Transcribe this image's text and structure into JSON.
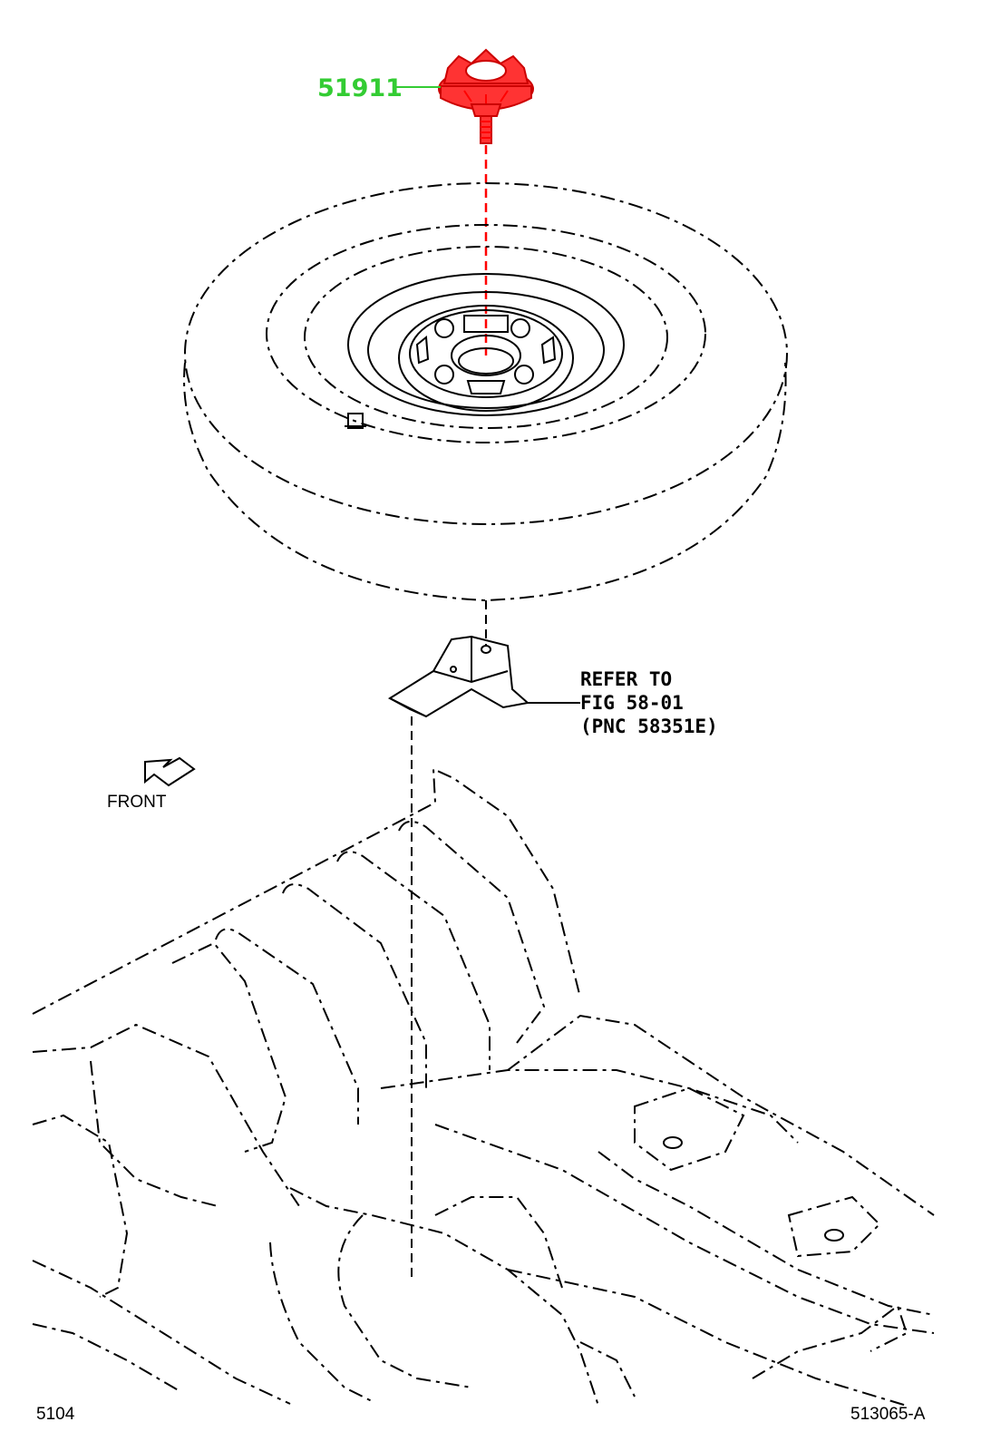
{
  "part": {
    "number": "51911",
    "part_color": "#ff3333",
    "label_color": "#33cc33"
  },
  "reference": {
    "line1": "REFER TO",
    "line2": "FIG 58-01",
    "line3": "(PNC 58351E)"
  },
  "direction": {
    "label": "FRONT"
  },
  "footer": {
    "left": "5104",
    "right": "513065-A"
  }
}
